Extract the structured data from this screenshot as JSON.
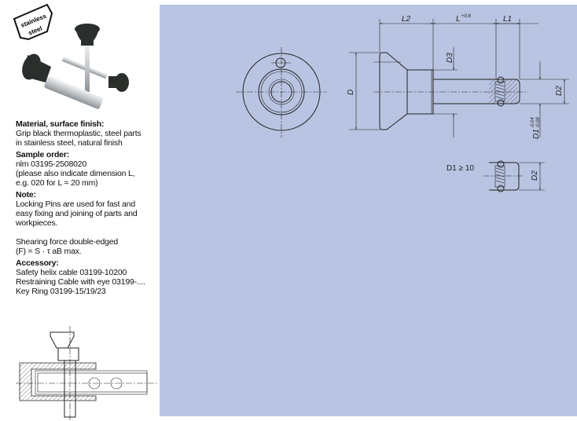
{
  "badge": {
    "line1": "stainless",
    "line2": "steel"
  },
  "info": {
    "material_heading": "Material, surface finish:",
    "material_lines": [
      "Grip black thermoplastic, steel parts",
      "in stainless steel, natural finish"
    ],
    "sample_heading": "Sample order:",
    "sample_lines": [
      "nlm 03195-2508020",
      "(please also indicate dimension L,",
      "e.g. 020 for L = 20 mm)"
    ],
    "note_heading": "Note:",
    "note_lines": [
      "Locking Pins are used for fast and",
      "easy fixing and joining of parts and",
      "workpieces."
    ],
    "shear_lines": [
      "Shearing force double-edged",
      "(F) = S · τ aB max."
    ],
    "accessory_heading": "Accessory:",
    "accessory_lines": [
      "Safety helix cable 03199-10200",
      "Restraining Cable with eye 03199-....",
      "Key Ring 03199-15/19/23"
    ]
  },
  "drawing": {
    "L2": "L2",
    "L": "L",
    "L_tol": "+0,6",
    "L1": "L1",
    "D3": "D3",
    "D": "D",
    "D2": "D2",
    "D1": "D1",
    "D1_tol_upper": "-0,04",
    "D1_tol_lower": "-0,08",
    "detail_label": "D1 ≥ 10",
    "detail_D2": "D2"
  },
  "colors": {
    "panel": "#b9c4e2",
    "grip": "#2a2f2c",
    "steel": "#c9ccd0"
  }
}
